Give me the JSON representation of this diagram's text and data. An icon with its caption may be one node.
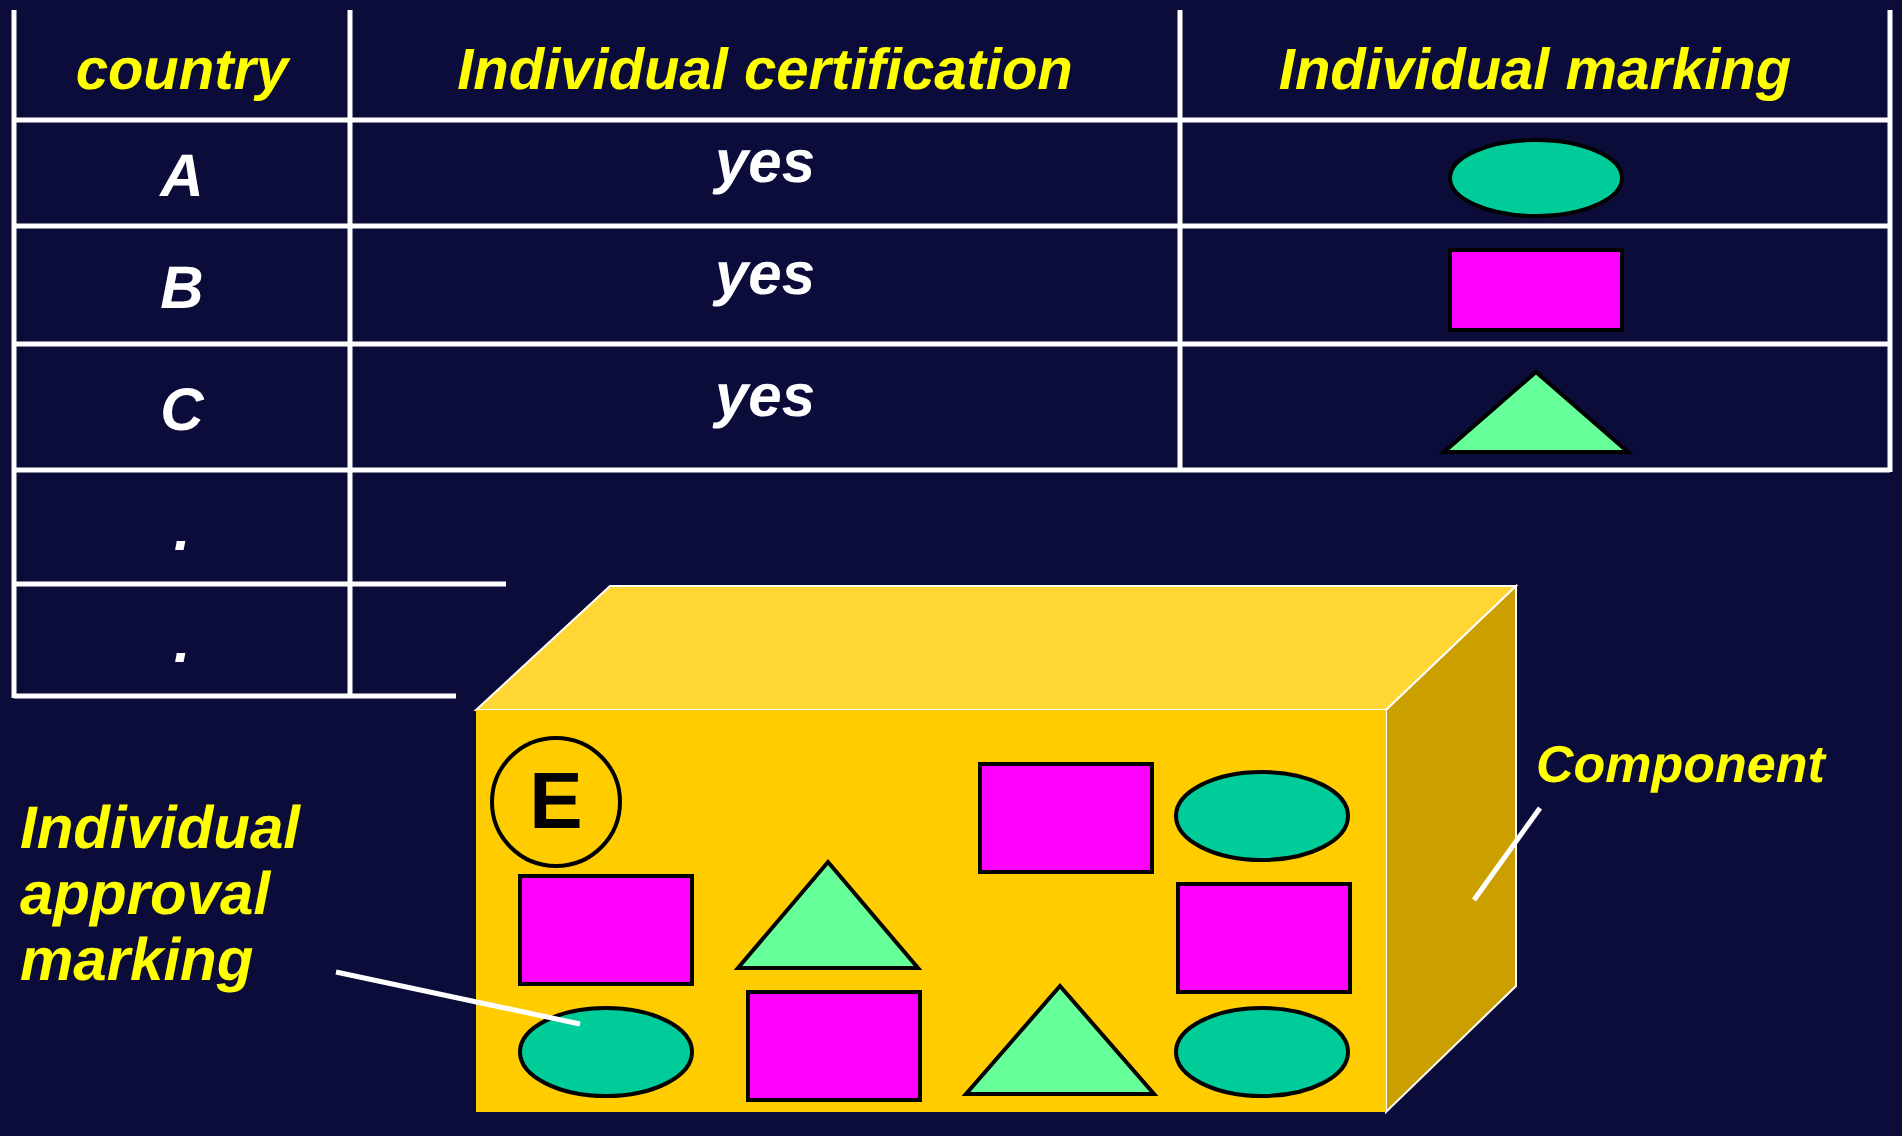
{
  "diagram": {
    "nodes": [
      {
        "text": [],
        "shape": "box"
      },
      {
        "text": [
          "E"
        ],
        "in": 0
      },
      {
        "text": [],
        "shape": "box",
        "in": 0
      },
      {
        "text": [],
        "shape": "ellipse",
        "in": 0
      },
      {
        "text": [],
        "shape": "box",
        "in": 0
      },
      {
        "text": [],
        "shape": "triangle",
        "in": 0
      },
      {
        "text": [],
        "shape": "box",
        "in": 0
      },
      {
        "text": [],
        "shape": "ellipse",
        "in": 0
      },
      {
        "text": [],
        "shape": "box",
        "in": 0
      },
      {
        "text": [],
        "shape": "triangle",
        "in": 0
      },
      {
        "text": [],
        "shape": "ellipse",
        "in": 0
      },
      {
        "text": [
          "Component"
        ]
      },
      {
        "text": [
          "Individual approval marking"
        ]
      }
    ],
    "edges": [
      {
        "from": 11,
        "to": 0,
        "arrow": "none"
      },
      {
        "from": 12,
        "to": 7,
        "arrow": "none"
      }
    ],
    "labels": [
      "country",
      "Individual certification",
      "Individual marking",
      "A",
      "yes",
      "B",
      "yes",
      "C",
      "yes",
      ".",
      "."
    ]
  }
}
